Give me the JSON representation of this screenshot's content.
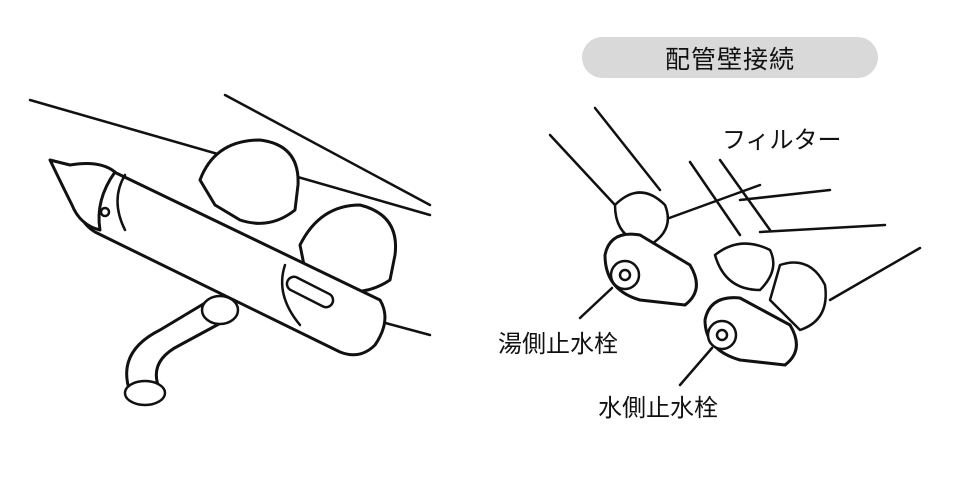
{
  "header": {
    "title": "配管壁接続"
  },
  "labels": {
    "filter": "フィルター",
    "hot_valve": "湯側止水栓",
    "cold_valve": "水側止水栓"
  },
  "colors": {
    "pill": "#d9d9d9",
    "stroke": "#111111",
    "body_fill": "#ffffff"
  }
}
